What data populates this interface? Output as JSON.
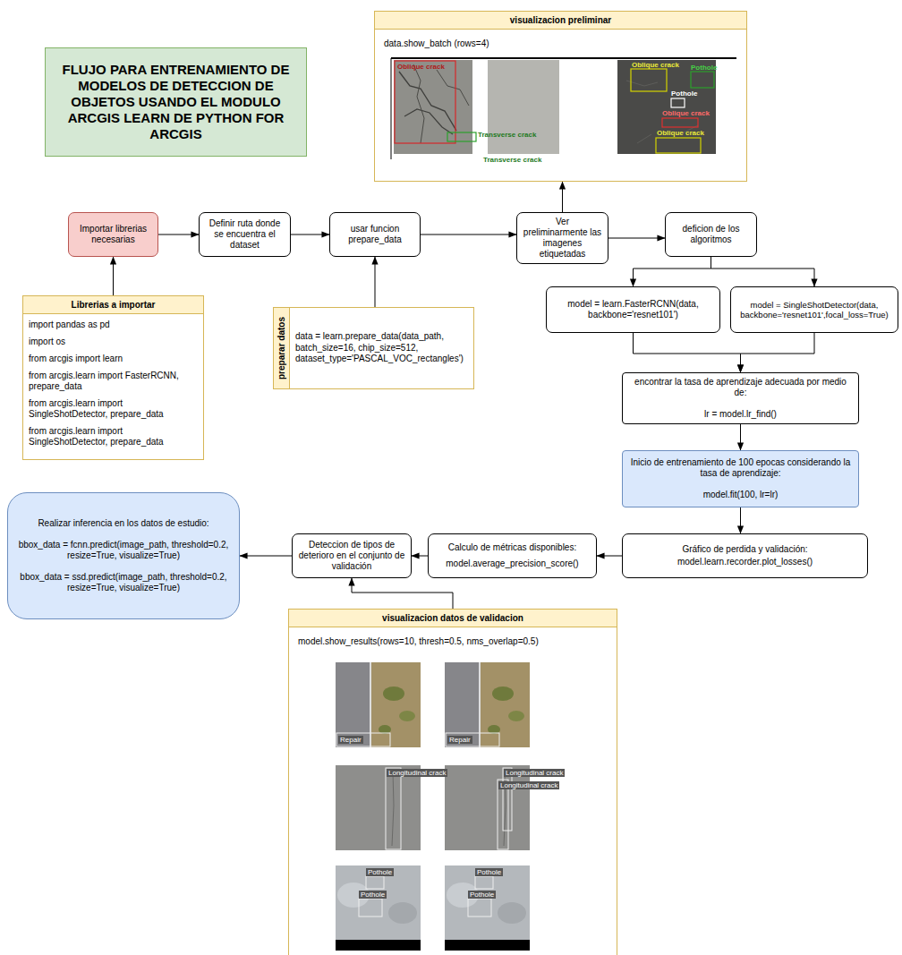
{
  "diagram": {
    "title": "FLUJO PARA ENTRENAMIENTO DE MODELOS DE DETECCION DE OBJETOS USANDO EL MODULO ARCGIS LEARN DE PYTHON FOR ARCGIS",
    "nodes": [
      {
        "text": [
          "visualizacion preliminar",
          "data.show_batch (rows=4)"
        ]
      },
      {
        "text": [
          "Importar librerias necesarias"
        ]
      },
      {
        "text": [
          "Definir ruta donde se encuentra el dataset"
        ]
      },
      {
        "text": [
          "usar funcion prepare_data"
        ]
      },
      {
        "text": [
          "Ver preliminarmente las imagenes etiquetadas"
        ]
      },
      {
        "text": [
          "deficion de los algoritmos"
        ]
      },
      {
        "text": [
          "model = learn.FasterRCNN(data, backbone='resnet101')"
        ]
      },
      {
        "text": [
          "model = SingleShotDetector(data, backbone='resnet101',focal_loss=True)"
        ]
      },
      {
        "text": [
          "Librerias a importar",
          "import pandas as pd",
          "import os",
          "from arcgis import learn",
          "from arcgis.learn import FasterRCNN, prepare_data",
          "from arcgis.learn import SingleShotDetector, prepare_data",
          "from arcgis.learn import SingleShotDetector, prepare_data"
        ]
      },
      {
        "text": [
          "preparar datos",
          "data = learn.prepare_data(data_path, batch_size=16, chip_size=512, dataset_type='PASCAL_VOC_rectangles')"
        ]
      },
      {
        "text": [
          "encontrar la tasa de aprendizaje adecuada por medio de:",
          "lr = model.lr_find()"
        ]
      },
      {
        "text": [
          "Inicio de entrenamiento de 100 epocas considerando la tasa de aprendizaje:",
          "model.fit(100, lr=lr)"
        ]
      },
      {
        "text": [
          "Realizar inferencia en los datos de estudio:",
          "bbox_data = fcnn.predict(image_path, threshold=0.2, resize=True, visualize=True)",
          "bbox_data = ssd.predict(image_path, threshold=0.2, resize=True, visualize=True)"
        ]
      },
      {
        "text": [
          "Deteccion de tipos de deterioro en el conjunto de validación"
        ]
      },
      {
        "text": [
          "Calculo de métricas disponibles:",
          "model.average_precision_score()"
        ]
      },
      {
        "text": [
          "Gráfico de perdida y validación:",
          "model.learn.recorder.plot_losses()"
        ]
      },
      {
        "text": [
          "visualizacion datos de validacion",
          "model.show_results(rows=10, thresh=0.5, nms_overlap=0.5)"
        ]
      }
    ],
    "edges": [
      {
        "from": 8,
        "to": 1,
        "arrow": "to"
      },
      {
        "from": 1,
        "to": 2,
        "arrow": "to"
      },
      {
        "from": 2,
        "to": 3,
        "arrow": "to"
      },
      {
        "from": 9,
        "to": 3,
        "arrow": "to"
      },
      {
        "from": 3,
        "to": 4,
        "arrow": "to"
      },
      {
        "from": 4,
        "to": 0,
        "arrow": "to"
      },
      {
        "from": 4,
        "to": 5,
        "arrow": "to"
      },
      {
        "from": 5,
        "to": 6,
        "arrow": "to"
      },
      {
        "from": 5,
        "to": 7,
        "arrow": "to"
      },
      {
        "from": 6,
        "to": 10,
        "arrow": "to"
      },
      {
        "from": 7,
        "to": 10,
        "arrow": "to"
      },
      {
        "from": 10,
        "to": 11,
        "arrow": "to"
      },
      {
        "from": 11,
        "to": 15,
        "arrow": "to"
      },
      {
        "from": 15,
        "to": 14,
        "arrow": "to"
      },
      {
        "from": 14,
        "to": 13,
        "arrow": "to"
      },
      {
        "from": 16,
        "to": 13,
        "arrow": "to"
      },
      {
        "from": 13,
        "to": 12,
        "arrow": "to"
      }
    ],
    "labels": [
      "Oblique crack",
      "Transverse crack",
      "Transverse crack",
      "Oblique crack",
      "Pothole",
      "Pothole",
      "Oblique crack",
      "Oblique crack",
      "Repair",
      "Repair",
      "Longitudinal crack",
      "Longitudinal crack",
      "Longitudinal crack",
      "Pothole",
      "Pothole",
      "Pothole",
      "Pothole"
    ]
  }
}
